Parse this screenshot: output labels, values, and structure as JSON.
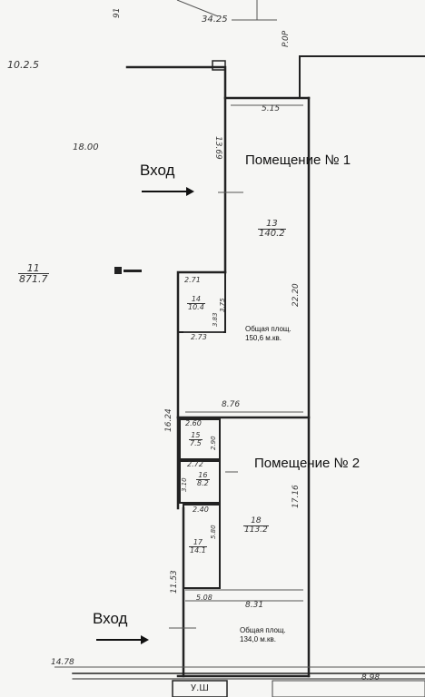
{
  "labels": {
    "entrance_top": "Вход",
    "entrance_bottom": "Вход",
    "room1_title": "Помещение № 1",
    "room2_title": "Помещение № 2",
    "room1_area_label": "Общая площ.",
    "room1_area_value": "150,6 м.кв.",
    "room2_area_label": "Общая площ.",
    "room2_area_value": "134,0 м.кв."
  },
  "dims": {
    "top_a": "34.25",
    "top_b": "91",
    "top_c": "P.0P",
    "left_a": "10.2.5",
    "left_b": "18.00",
    "r1_top": "5.15",
    "r1_left": "13.69",
    "r1_right": "22.20",
    "r1_bottom": "8.76",
    "r14_top": "2.71",
    "r14_a": "3.83",
    "r14_b": "3.75",
    "r14_c": "2.73",
    "r15_top": "2.60",
    "r15_side": "2.90",
    "r16_top": "2.72",
    "r16_side": "3.10",
    "r17_top": "2.40",
    "r17_side": "5.80",
    "corridor_a": "16.24",
    "corridor_b": "11.53",
    "r18_right": "17.16",
    "r18_bottom": "5.08",
    "r18_mid": "8.31",
    "bottom_left": "14.78",
    "bottom_right": "8.98",
    "bottom_mid": "У.Ш"
  },
  "rooms": {
    "r11": {
      "num": "11",
      "area": "871.7"
    },
    "r13": {
      "num": "13",
      "area": "140.2"
    },
    "r14": {
      "num": "14",
      "area": "10.4"
    },
    "r15": {
      "num": "15",
      "area": "7.5"
    },
    "r16": {
      "num": "16",
      "area": "8.2"
    },
    "r17": {
      "num": "17",
      "area": "14.1"
    },
    "r18": {
      "num": "18",
      "area": "113.2"
    }
  }
}
